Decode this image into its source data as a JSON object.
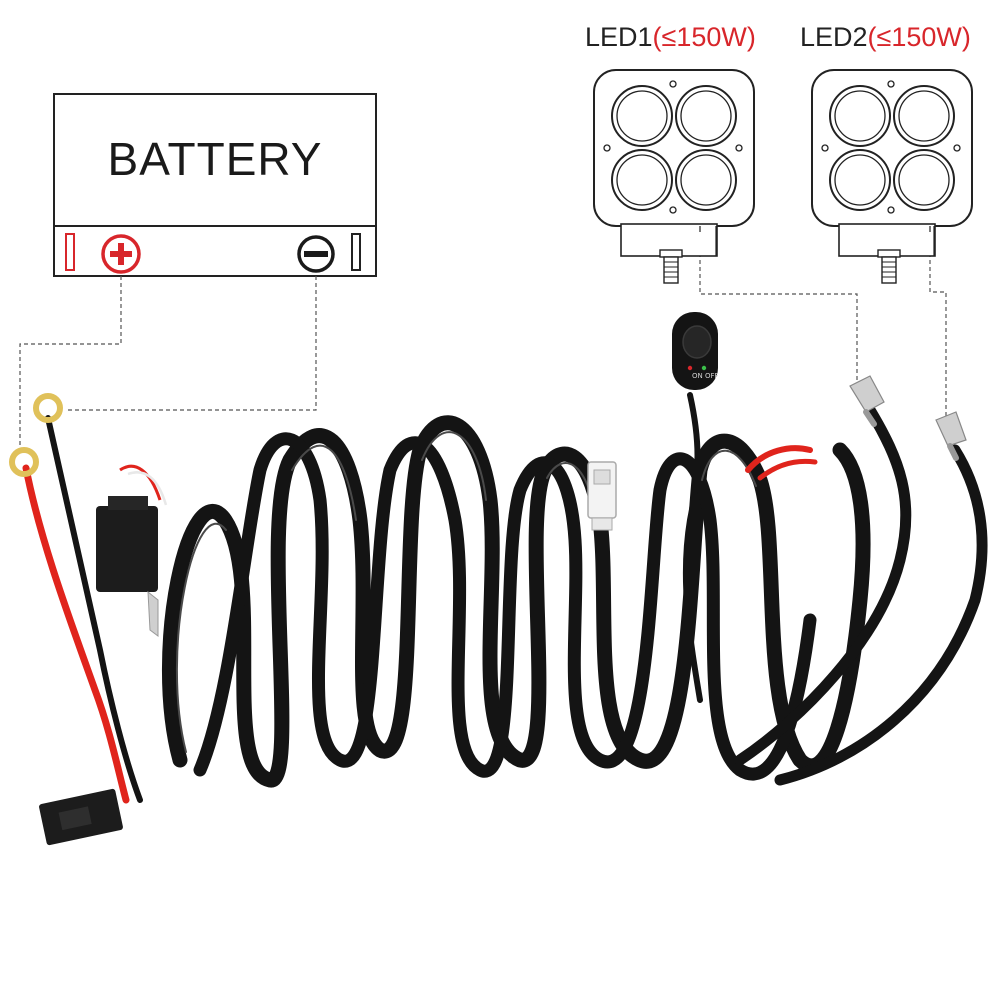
{
  "battery": {
    "title": "BATTERY",
    "positive_icon": "plus-circle-icon",
    "negative_icon": "minus-circle-icon",
    "positive_color": "#d8262b",
    "negative_color": "#1a1a1a"
  },
  "lights": [
    {
      "name": "LED1",
      "rating": "(≤150W)"
    },
    {
      "name": "LED2",
      "rating": "(≤150W)"
    }
  ],
  "switch": {
    "marking": "ON  OFF"
  },
  "colors": {
    "wire_black": "#141414",
    "wire_red": "#e0241c",
    "ring_terminal": "#e0c15a",
    "spade_terminal": "#cfcfcf",
    "accent_red": "#d8262b"
  }
}
